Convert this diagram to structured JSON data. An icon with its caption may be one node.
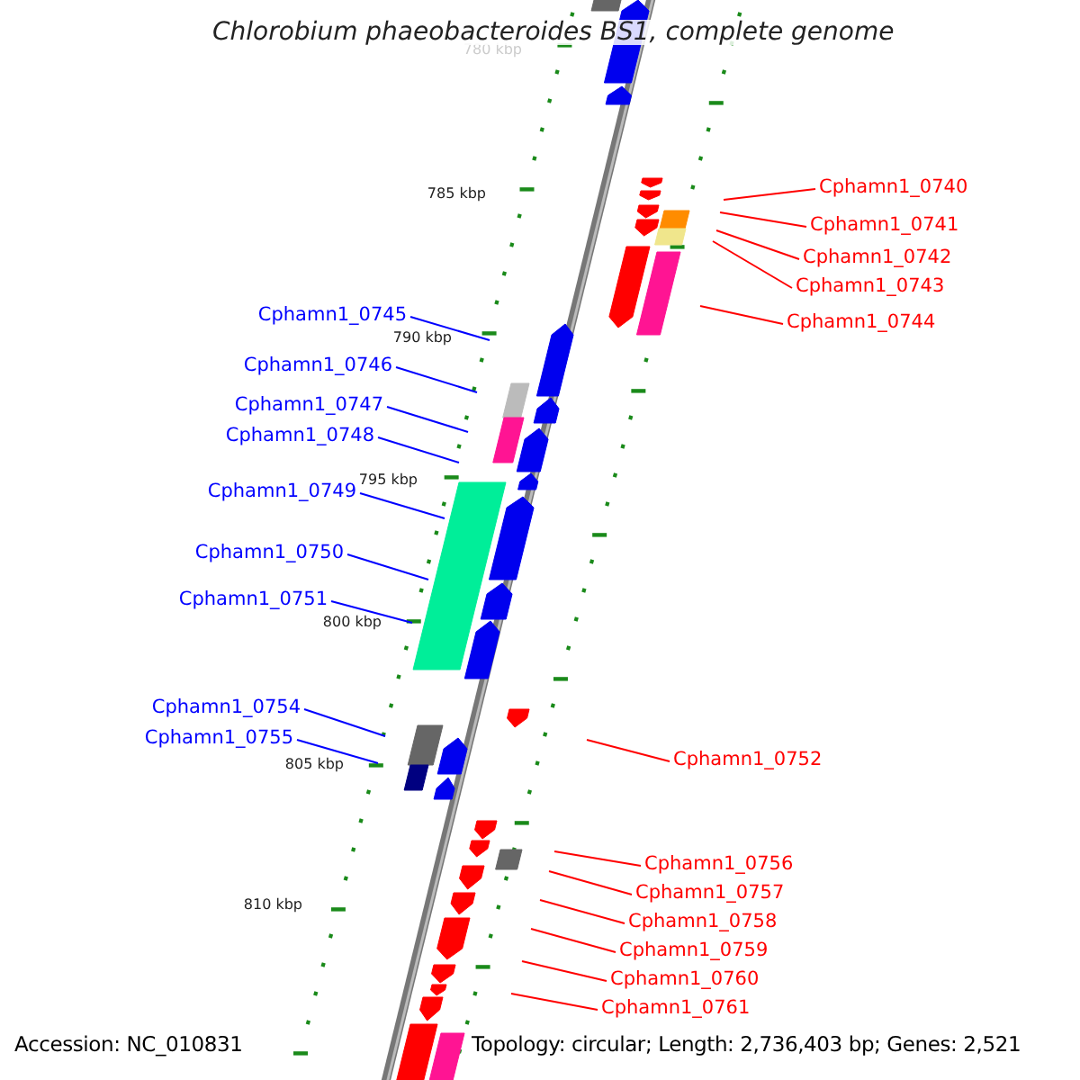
{
  "diagram": {
    "title": "Chlorobium phaeobacteroides BS1, complete genome",
    "nodes": [
      {
        "text": [
          "Cphamn1_0740"
        ]
      },
      {
        "text": [
          "Cphamn1_0741"
        ]
      },
      {
        "text": [
          "Cphamn1_0742"
        ]
      },
      {
        "text": [
          "Cphamn1_0743"
        ]
      },
      {
        "text": [
          "Cphamn1_0745"
        ]
      },
      {
        "text": [
          "Cphamn1_0744"
        ]
      },
      {
        "text": [
          "Cphamn1_0746"
        ]
      },
      {
        "text": [
          "Cphamn1_0747"
        ]
      },
      {
        "text": [
          "Cphamn1_0748"
        ]
      },
      {
        "text": [
          "Cphamn1_0749"
        ]
      },
      {
        "text": [
          "Cphamn1_0750"
        ]
      },
      {
        "text": [
          "Cphamn1_0751"
        ]
      },
      {
        "text": [
          "Cphamn1_0754"
        ]
      },
      {
        "text": [
          "Cphamn1_0755"
        ]
      },
      {
        "text": [
          "Cphamn1_0752"
        ]
      },
      {
        "text": [
          "Cphamn1_0756"
        ]
      },
      {
        "text": [
          "Cphamn1_0757"
        ]
      },
      {
        "text": [
          "Cphamn1_0758"
        ]
      },
      {
        "text": [
          "Cphamn1_0759"
        ]
      },
      {
        "text": [
          "Cphamn1_0760"
        ]
      },
      {
        "text": [
          "Cphamn1_0761"
        ]
      }
    ],
    "edges": [
      {
        "from": 0,
        "to": null,
        "arrow": "none"
      },
      {
        "from": 1,
        "to": null,
        "arrow": "none"
      },
      {
        "from": 2,
        "to": null,
        "arrow": "none"
      },
      {
        "from": 3,
        "to": null,
        "arrow": "none"
      },
      {
        "from": 4,
        "to": null,
        "arrow": "none",
        "color": "#0000ff"
      },
      {
        "from": 5,
        "to": null,
        "arrow": "none"
      },
      {
        "from": 6,
        "to": null,
        "arrow": "none",
        "color": "#0000ff"
      },
      {
        "from": 7,
        "to": null,
        "arrow": "none",
        "color": "#0000ff"
      },
      {
        "from": 8,
        "to": null,
        "arrow": "none",
        "color": "#0000ff"
      },
      {
        "from": 9,
        "to": null,
        "arrow": "none",
        "color": "#0000ff"
      },
      {
        "from": 10,
        "to": null,
        "arrow": "none",
        "color": "#0000ff"
      },
      {
        "from": 11,
        "to": null,
        "arrow": "none",
        "color": "#0000ff"
      },
      {
        "from": 12,
        "to": null,
        "arrow": "none",
        "color": "#0000ff"
      },
      {
        "from": 13,
        "to": null,
        "arrow": "none",
        "color": "#0000ff"
      },
      {
        "from": 14,
        "to": null,
        "arrow": "none"
      },
      {
        "from": 15,
        "to": null,
        "arrow": "none"
      },
      {
        "from": 16,
        "to": null,
        "arrow": "none"
      },
      {
        "from": 17,
        "to": null,
        "arrow": "none"
      },
      {
        "from": 18,
        "to": null,
        "arrow": "none"
      },
      {
        "from": 19,
        "to": null,
        "arrow": "none"
      },
      {
        "from": 20,
        "to": null,
        "arrow": "none"
      }
    ],
    "labels": [
      "780 kbp",
      "785 kbp",
      "790 kbp",
      "795 kbp",
      "800 kbp",
      "805 kbp",
      "810 kbp",
      "Accession: NC_010831",
      "Topology: circular; Length: 2,736,403 bp; Genes: 2,521"
    ]
  }
}
